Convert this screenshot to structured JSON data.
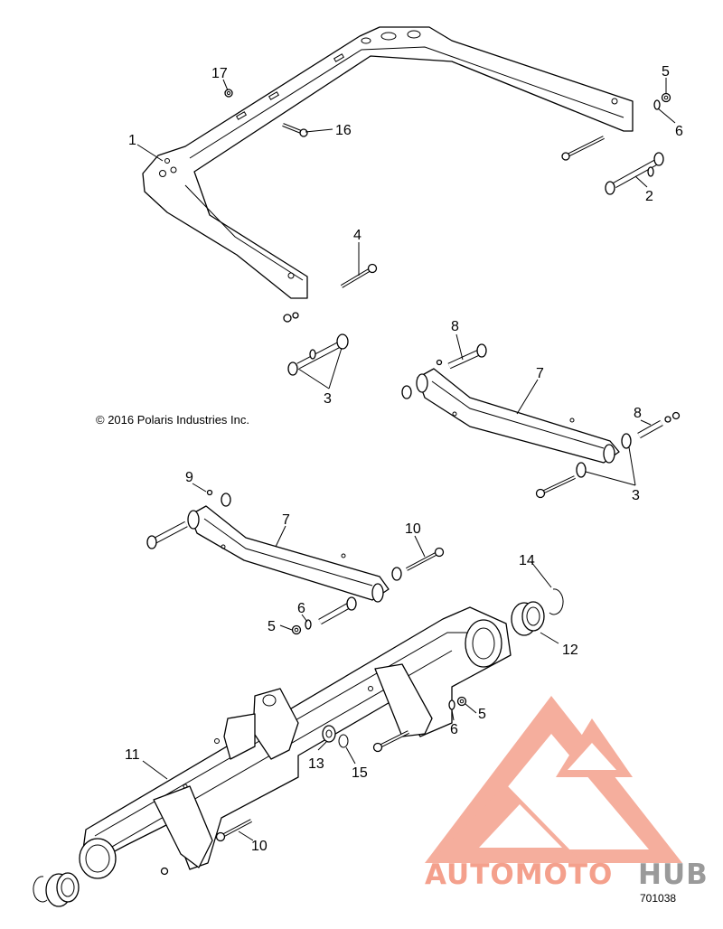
{
  "copyright": "© 2016 Polaris Industries Inc.",
  "document_number": "701038",
  "watermark": {
    "brand_part1": "AUTOMOTO",
    "brand_part2": "HUB",
    "color_primary": "#f4a08c",
    "color_secondary": "#9a9a9a"
  },
  "callouts": [
    {
      "id": "1",
      "label": "1"
    },
    {
      "id": "2",
      "label": "2"
    },
    {
      "id": "3a",
      "label": "3"
    },
    {
      "id": "3b",
      "label": "3"
    },
    {
      "id": "4",
      "label": "4"
    },
    {
      "id": "5a",
      "label": "5"
    },
    {
      "id": "5b",
      "label": "5"
    },
    {
      "id": "5c",
      "label": "5"
    },
    {
      "id": "6a",
      "label": "6"
    },
    {
      "id": "6b",
      "label": "6"
    },
    {
      "id": "6c",
      "label": "6"
    },
    {
      "id": "7a",
      "label": "7"
    },
    {
      "id": "7b",
      "label": "7"
    },
    {
      "id": "8a",
      "label": "8"
    },
    {
      "id": "8b",
      "label": "8"
    },
    {
      "id": "9",
      "label": "9"
    },
    {
      "id": "10a",
      "label": "10"
    },
    {
      "id": "10b",
      "label": "10"
    },
    {
      "id": "11",
      "label": "11"
    },
    {
      "id": "12",
      "label": "12"
    },
    {
      "id": "13",
      "label": "13"
    },
    {
      "id": "14",
      "label": "14"
    },
    {
      "id": "15",
      "label": "15"
    },
    {
      "id": "16",
      "label": "16"
    },
    {
      "id": "17",
      "label": "17"
    }
  ]
}
